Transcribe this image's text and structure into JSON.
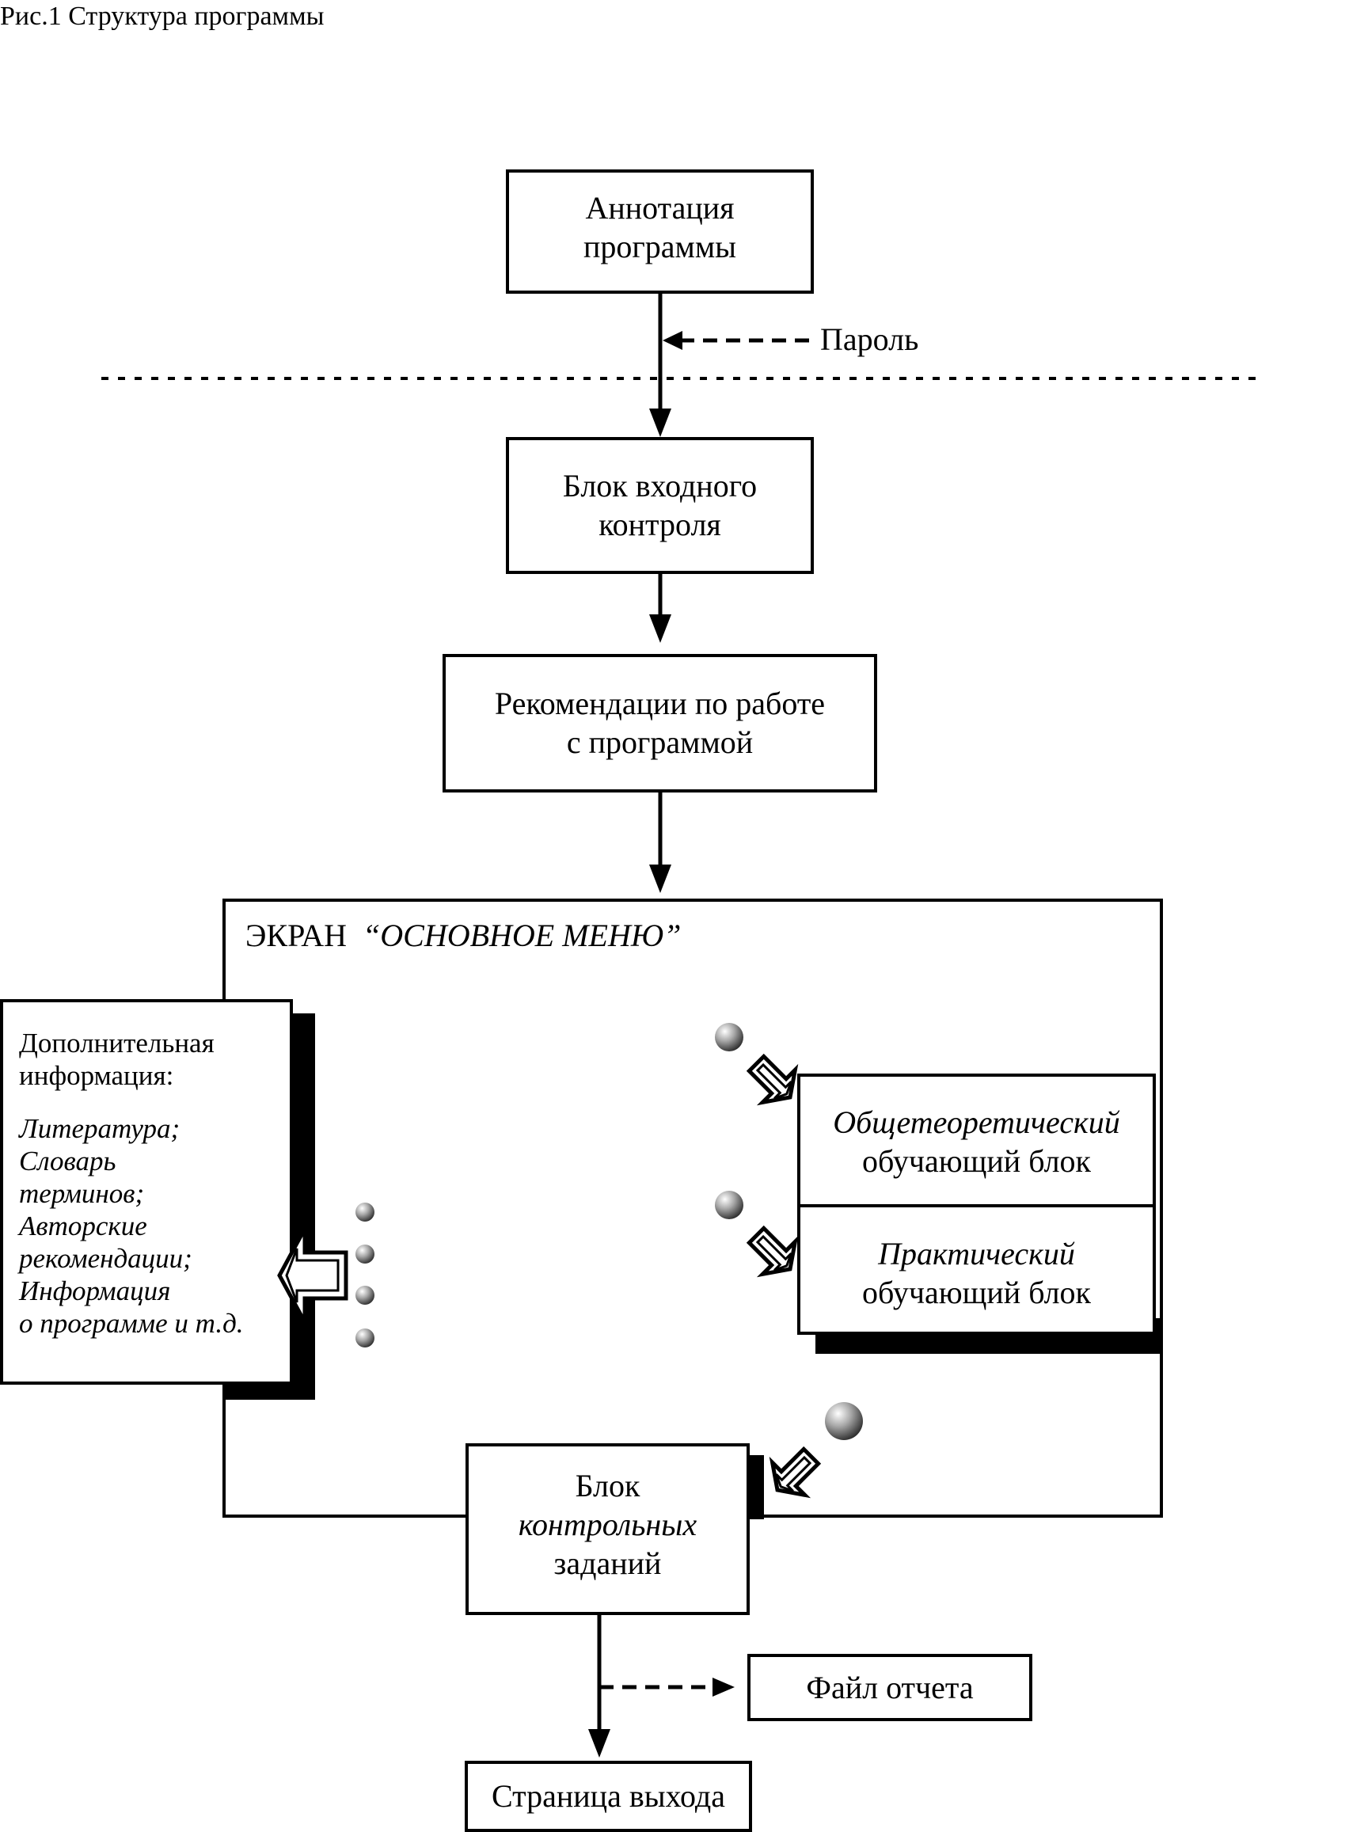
{
  "figure": {
    "caption": "Рис.1  Структура программы"
  },
  "nodes": {
    "annotation": {
      "line1": "Аннотация",
      "line2": "программы"
    },
    "password": {
      "label": "Пароль"
    },
    "entry_control": {
      "line1": "Блок входного",
      "line2": "контроля"
    },
    "recommendations": {
      "line1": "Рекомендации по работе",
      "line2": "с программой"
    },
    "main_menu": {
      "prefix": "ЭКРАН",
      "title": "“ОСНОВНОЕ МЕНЮ”"
    },
    "additional_info": {
      "heading1": "Дополнительная",
      "heading2": "информация:",
      "items": [
        "Литература;",
        "Словарь",
        "терминов;",
        "Авторские",
        "рекомендации;",
        "Информация",
        "о программе  и т.д."
      ]
    },
    "theory_block": {
      "line1": "Общетеоретический",
      "line2": "обучающий блок"
    },
    "practical_block": {
      "line1": "Практический",
      "line2": "обучающий блок"
    },
    "tests_block": {
      "line1": "Блок",
      "line2": "контрольных",
      "line3": "заданий"
    },
    "report_file": {
      "label": "Файл отчета"
    },
    "exit_page": {
      "label": "Страница выхода"
    }
  }
}
